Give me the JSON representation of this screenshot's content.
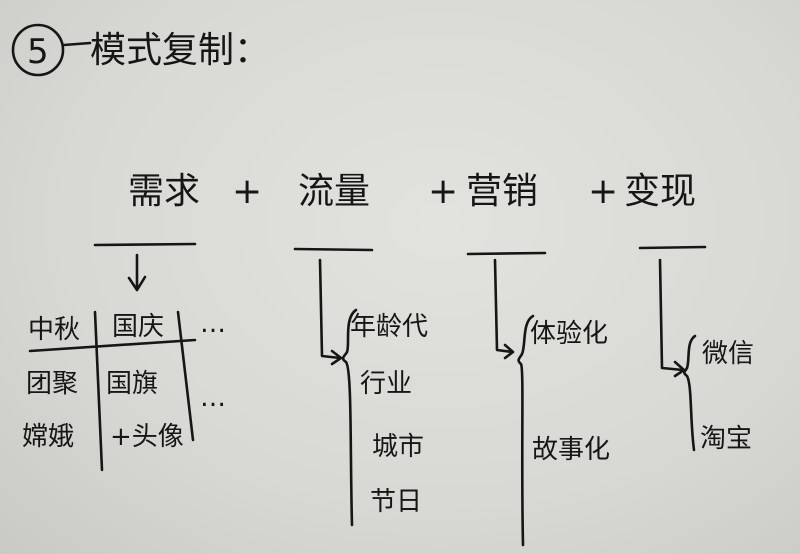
{
  "heading": {
    "number": "5",
    "title": "模式复制："
  },
  "formula": [
    {
      "label": "需求",
      "op": ""
    },
    {
      "label": "流量",
      "op": "+"
    },
    {
      "label": "营销",
      "op": "+"
    },
    {
      "label": "变现",
      "op": "+"
    }
  ],
  "demand_table": {
    "headers": [
      "中秋",
      "国庆"
    ],
    "rows": [
      [
        "团聚",
        "国旗"
      ],
      [
        "嫦娥",
        "+头像"
      ]
    ],
    "ellipsis": "…"
  },
  "traffic": [
    "年龄代",
    "行业",
    "城市",
    "节日"
  ],
  "marketing": [
    "体验化",
    "故事化"
  ],
  "monetization": [
    "微信",
    "淘宝"
  ],
  "colors": {
    "ink": "#161616",
    "paper": "#dcdcd8"
  }
}
